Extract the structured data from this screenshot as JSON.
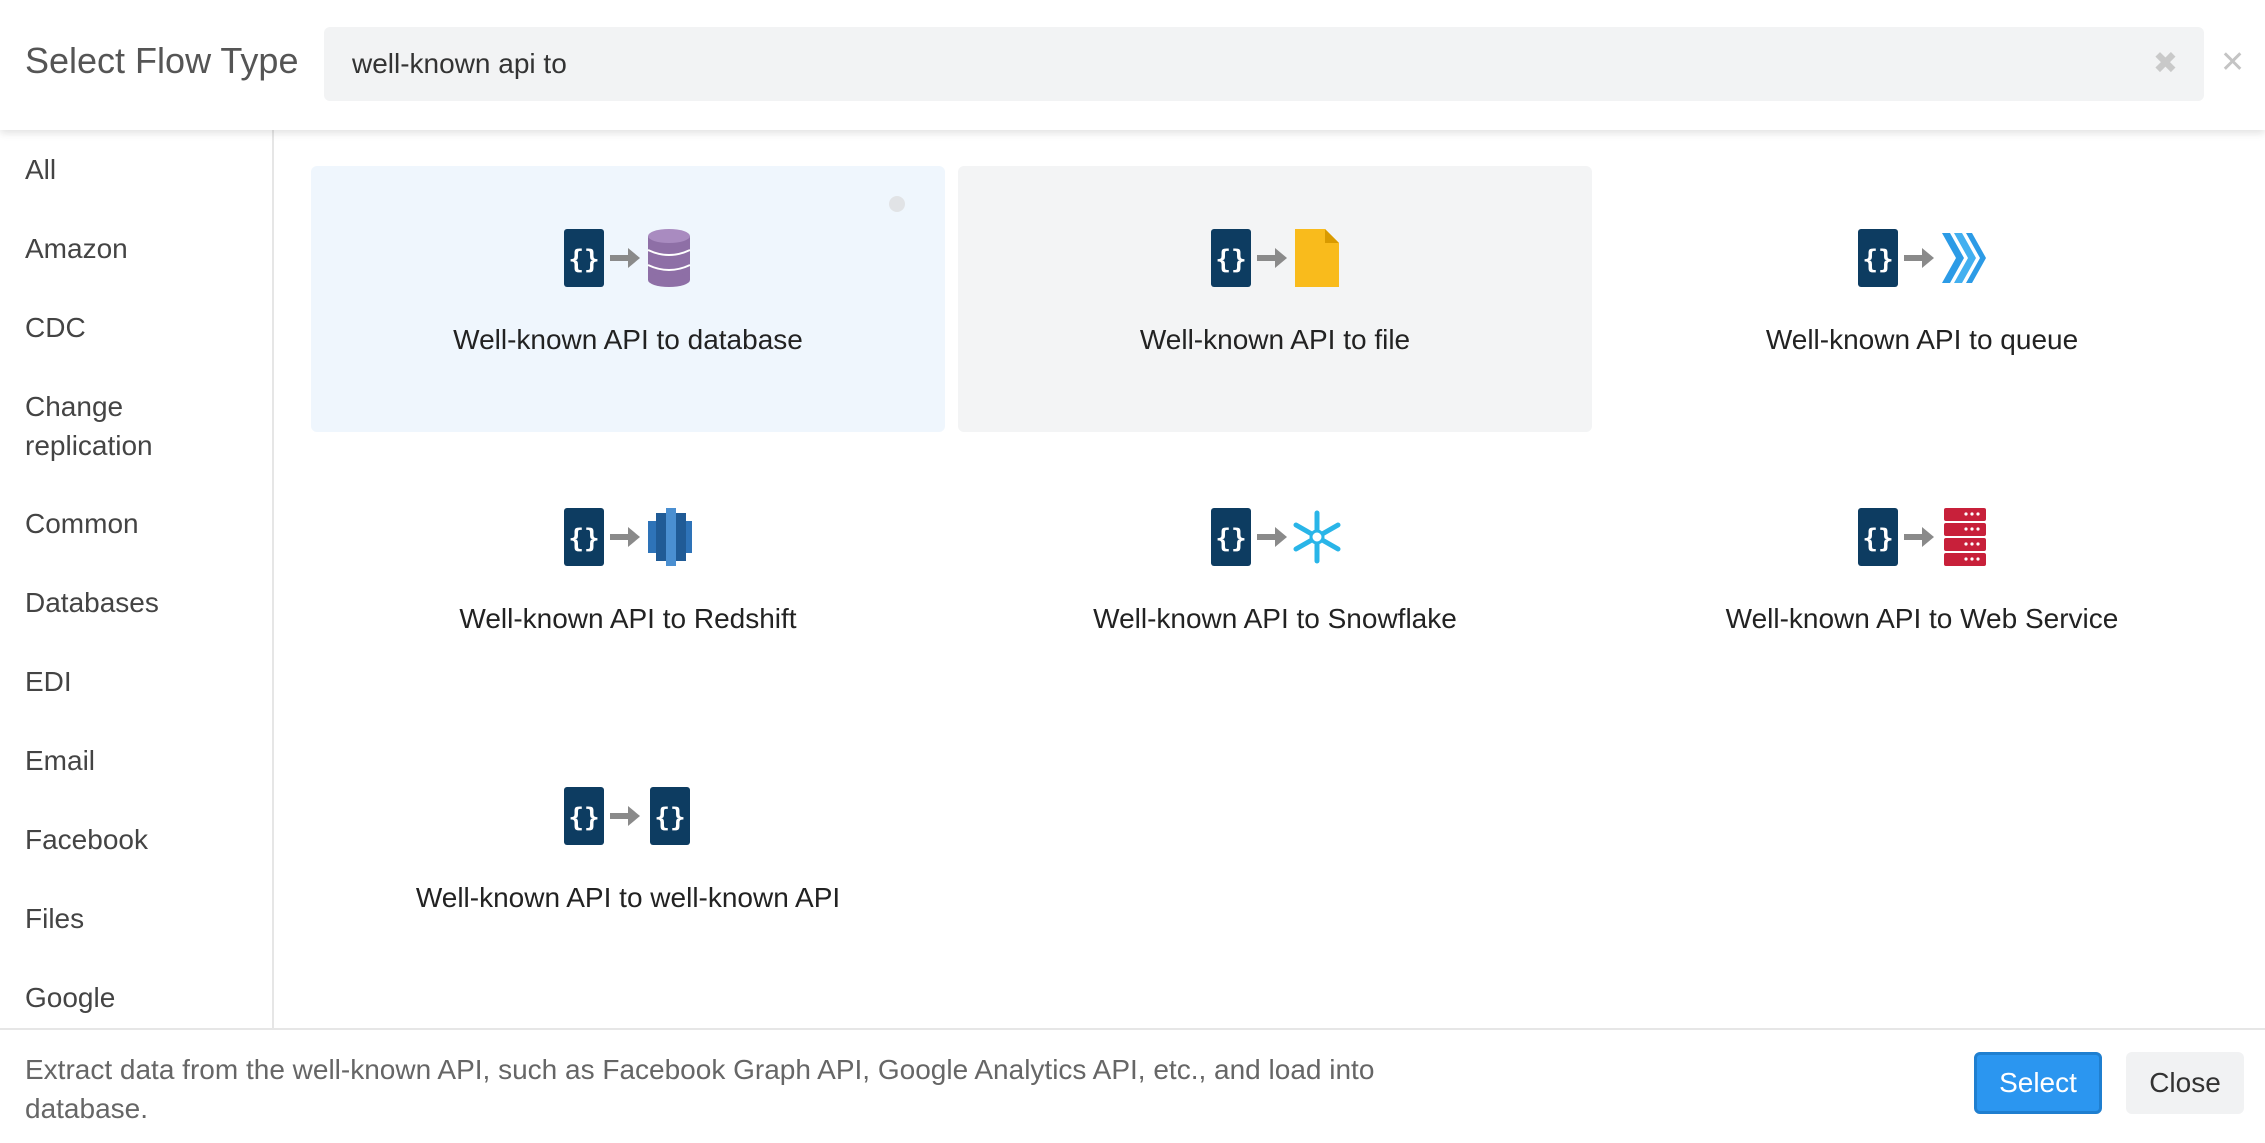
{
  "header": {
    "title": "Select Flow Type",
    "search_value": "well-known api to",
    "clear_icon": "✖",
    "close_icon": "✕"
  },
  "sidebar": {
    "items": [
      {
        "label": "All"
      },
      {
        "label": "Amazon"
      },
      {
        "label": "CDC"
      },
      {
        "label": "Change replication"
      },
      {
        "label": "Common"
      },
      {
        "label": "Databases"
      },
      {
        "label": "EDI"
      },
      {
        "label": "Email"
      },
      {
        "label": "Facebook"
      },
      {
        "label": "Files"
      },
      {
        "label": "Google"
      }
    ]
  },
  "flows": [
    {
      "label": "Well-known API to database",
      "target_icon": "database-icon",
      "state": "selected"
    },
    {
      "label": "Well-known API to file",
      "target_icon": "file-icon",
      "state": "hover"
    },
    {
      "label": "Well-known API to queue",
      "target_icon": "queue-icon",
      "state": "normal"
    },
    {
      "label": "Well-known API to Redshift",
      "target_icon": "redshift-icon",
      "state": "normal"
    },
    {
      "label": "Well-known API to Snowflake",
      "target_icon": "snowflake-icon",
      "state": "normal"
    },
    {
      "label": "Well-known API to Web Service",
      "target_icon": "web-service-icon",
      "state": "normal"
    },
    {
      "label": "Well-known API to well-known API",
      "target_icon": "api-icon",
      "state": "normal"
    }
  ],
  "footer": {
    "description": "Extract data from the well-known API, such as Facebook Graph API, Google Analytics API, etc., and load into database.",
    "select_label": "Select",
    "close_label": "Close"
  },
  "colors": {
    "accent": "#2b96f0",
    "api_icon": "#0d3c61",
    "database": "#8e6fa6",
    "file": "#f9bb1c",
    "queue": "#2c9be6",
    "redshift": "#2e73b8",
    "snowflake": "#29b5e8",
    "web_service": "#c8203a"
  }
}
